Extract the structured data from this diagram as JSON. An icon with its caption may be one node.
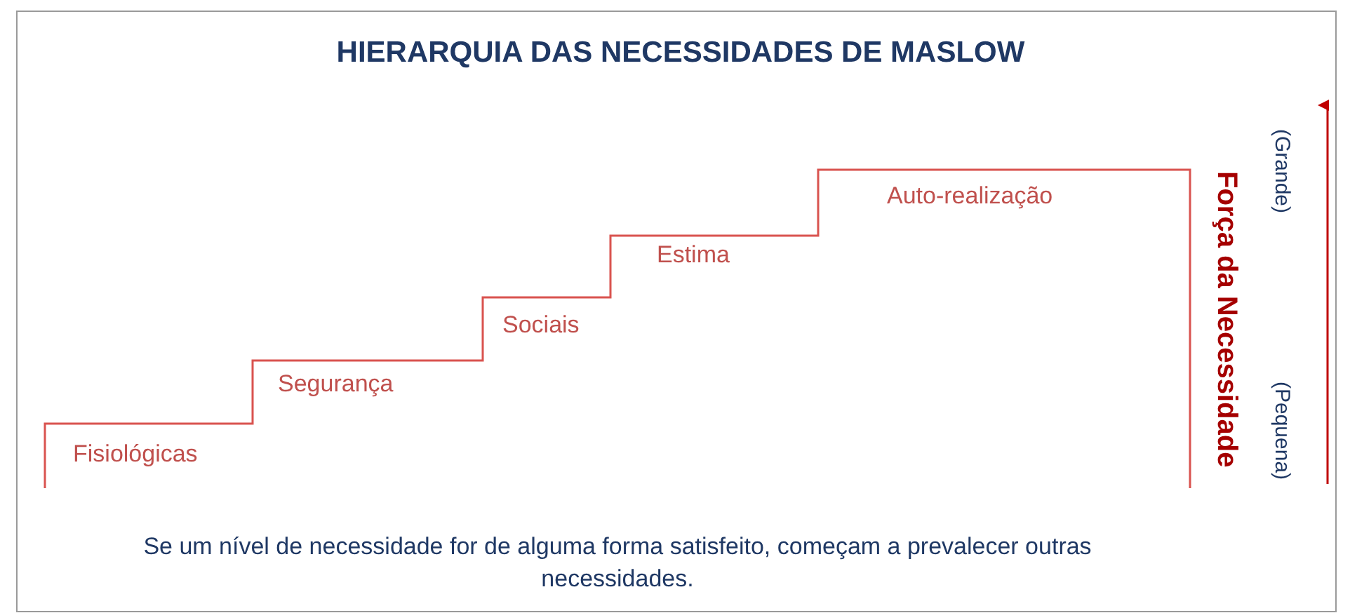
{
  "diagram": {
    "title": "HIERARQUIA DAS NECESSIDADES DE MASLOW",
    "caption": "Se um nível de necessidade for de alguma forma satisfeito, começam a prevalecer outras necessidades.",
    "labels": [
      "Fisiológicas",
      "Segurança",
      "Sociais",
      "Estima",
      "Auto-realização",
      "Força da Necessidade",
      "(Grande)",
      "(Pequena)"
    ]
  }
}
